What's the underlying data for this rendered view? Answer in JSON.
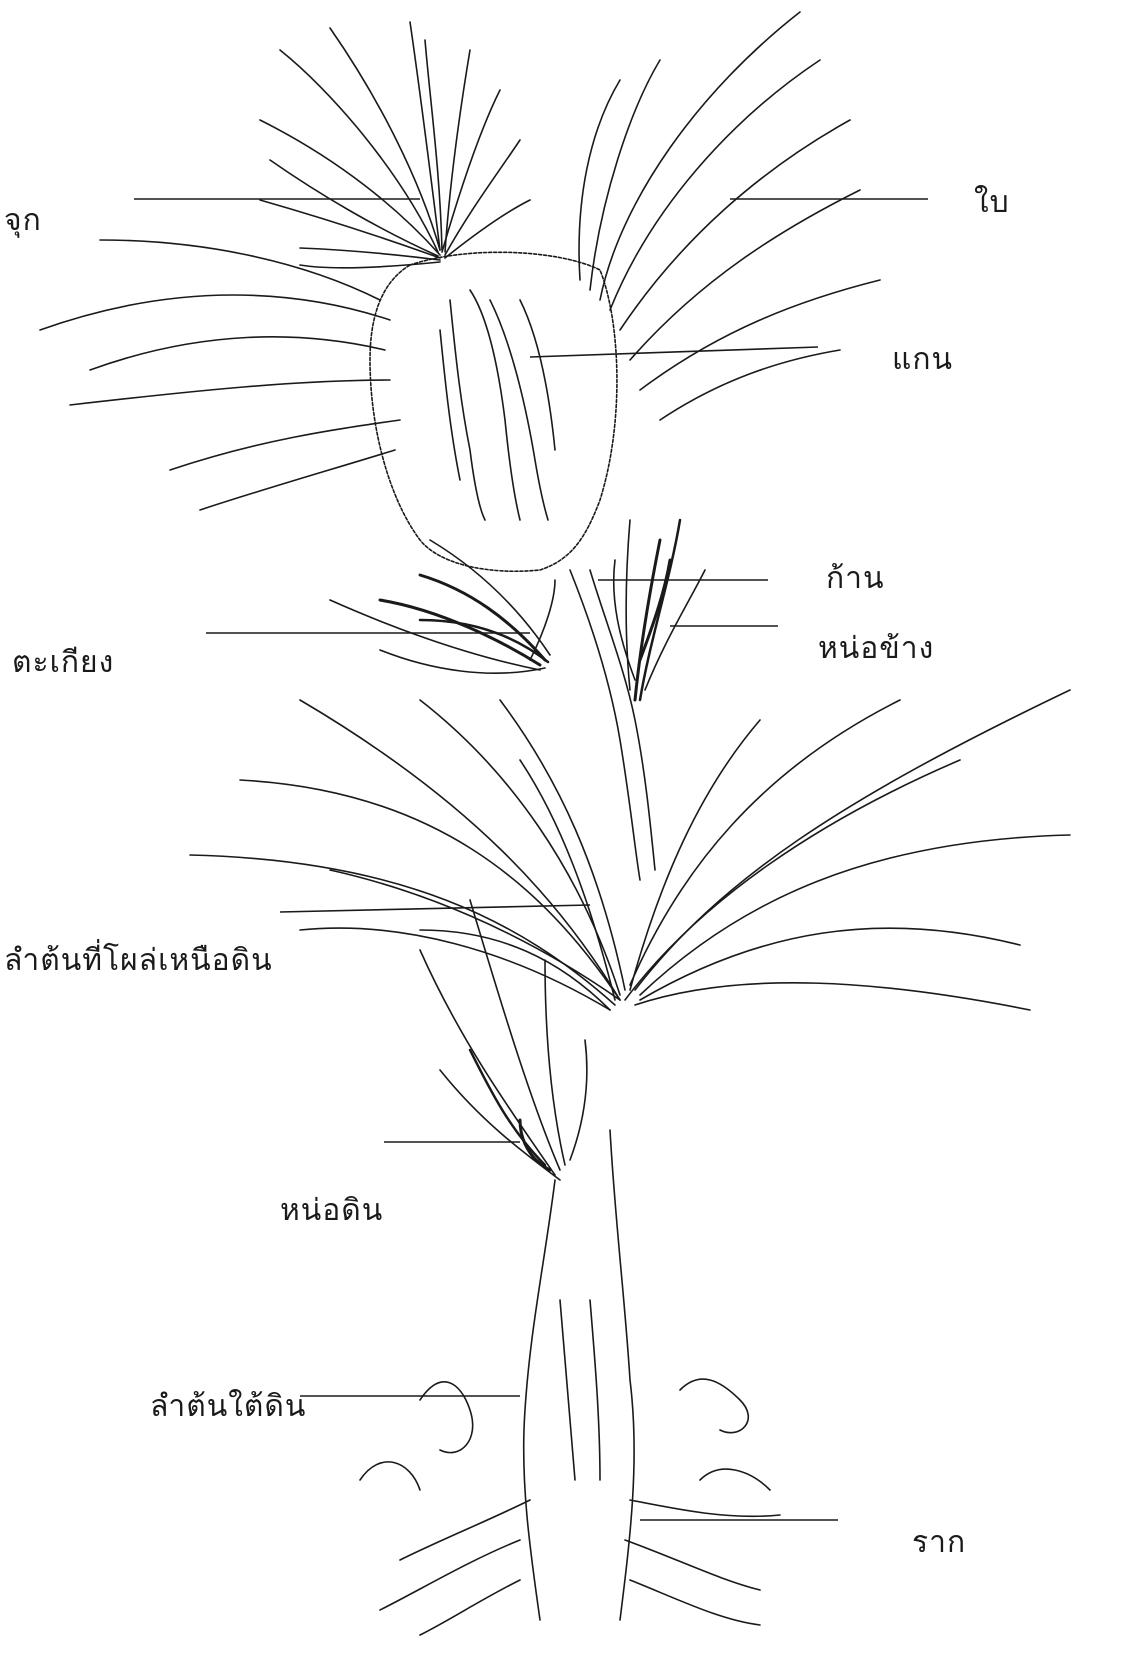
{
  "labels": {
    "crown": "จุก",
    "leaf": "ใบ",
    "core": "แกน",
    "stalk": "ก้าน",
    "sucker": "หน่อข้าง",
    "slip": "ตะเกียง",
    "stem_above": "ลำต้นที่โผล่เหนือดิน",
    "ground_sucker": "หน่อดิน",
    "stem_below": "ลำต้นใต้ดิน",
    "root": "ราก"
  },
  "colors": {
    "ink": "#1a1a1a",
    "background": "#ffffff"
  }
}
